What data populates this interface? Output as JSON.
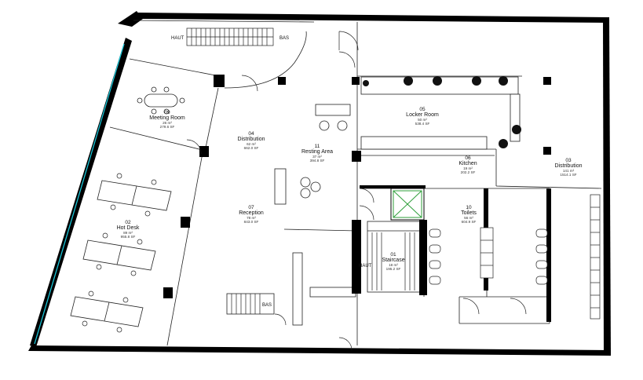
{
  "floor_plan": {
    "rooms": [
      {
        "id": "01",
        "name": "Staircase",
        "area_m2": "18 m²",
        "area_sf": "195.2 SF"
      },
      {
        "id": "02",
        "name": "Hot Desk",
        "area_m2": "89 m²",
        "area_sf": "955.8 SF"
      },
      {
        "id": "03",
        "name": "Distribution",
        "area_m2": "141 m²",
        "area_sf": "1514.1 SF"
      },
      {
        "id": "04",
        "name": "Distribution",
        "area_m2": "62 m²",
        "area_sf": "662.0 SF"
      },
      {
        "id": "05",
        "name": "Locker Room",
        "area_m2": "50 m²",
        "area_sf": "538.4 SF"
      },
      {
        "id": "06",
        "name": "Kitchen",
        "area_m2": "19 m²",
        "area_sf": "202.2 SF"
      },
      {
        "id": "07",
        "name": "Reception",
        "area_m2": "78 m²",
        "area_sf": "843.0 SF"
      },
      {
        "id": "09",
        "name": "Meeting Room",
        "area_m2": "26 m²",
        "area_sf": "279.6 SF"
      },
      {
        "id": "10",
        "name": "Toilets",
        "area_m2": "56 m²",
        "area_sf": "604.9 SF"
      },
      {
        "id": "11",
        "name": "Resting Area",
        "area_m2": "37 m²",
        "area_sf": "394.8 SF"
      }
    ],
    "stair_tags": {
      "up": "HAUT",
      "down": "BAS"
    },
    "colors": {
      "wall": "#000000",
      "line": "#222222",
      "glass": "#19c6d8",
      "shaft": "#2e9e3a"
    }
  }
}
